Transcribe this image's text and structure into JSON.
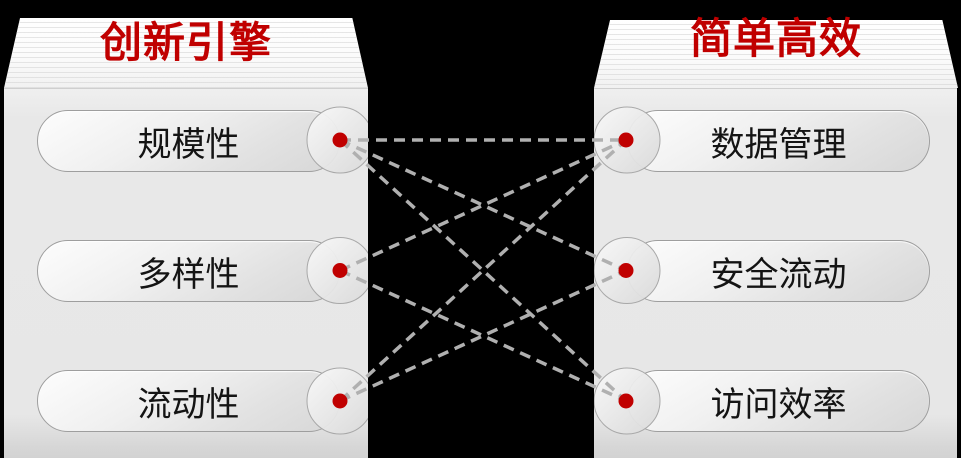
{
  "left_panel": {
    "title": "创新引擎",
    "items": [
      {
        "label": "规模性"
      },
      {
        "label": "多样性"
      },
      {
        "label": "流动性"
      }
    ]
  },
  "right_panel": {
    "title": "简单高效",
    "items": [
      {
        "label": "数据管理"
      },
      {
        "label": "安全流动"
      },
      {
        "label": "访问效率"
      }
    ]
  },
  "connections": [
    {
      "from": "规模性",
      "to": "数据管理",
      "from_index": 0,
      "to_index": 0
    },
    {
      "from": "规模性",
      "to": "安全流动",
      "from_index": 0,
      "to_index": 1
    },
    {
      "from": "规模性",
      "to": "访问效率",
      "from_index": 0,
      "to_index": 2
    },
    {
      "from": "多样性",
      "to": "数据管理",
      "from_index": 1,
      "to_index": 0
    },
    {
      "from": "多样性",
      "to": "访问效率",
      "from_index": 1,
      "to_index": 2
    },
    {
      "from": "流动性",
      "to": "数据管理",
      "from_index": 2,
      "to_index": 0
    },
    {
      "from": "流动性",
      "to": "安全流动",
      "from_index": 2,
      "to_index": 1
    }
  ],
  "colors": {
    "background": "#000000",
    "title_red": "#c00000",
    "dot_red": "#c00000",
    "connector_gray": "#b0b0b0",
    "panel_body_gray": "#e7e7e7",
    "panel_top_white": "#fbfbfb",
    "pill_border_gray": "#9e9e9e"
  }
}
